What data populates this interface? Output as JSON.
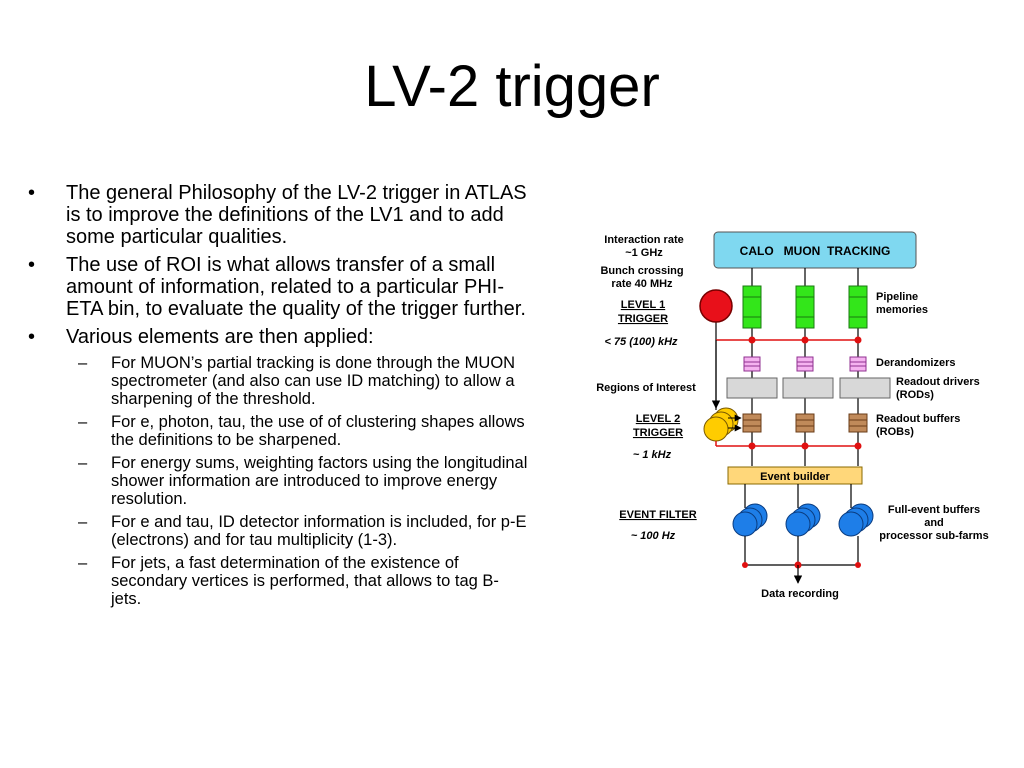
{
  "slide": {
    "title": "LV-2 trigger"
  },
  "bullets": [
    {
      "level": 1,
      "marker": "•",
      "text": "The general Philosophy of the LV-2 trigger in ATLAS is to improve the definitions of the LV1 and to add some particular qualities."
    },
    {
      "level": 1,
      "marker": "•",
      "text": "The use of ROI is what allows transfer of a small amount of information, related to a particular PHI-ETA bin, to evaluate the quality of the trigger further."
    },
    {
      "level": 1,
      "marker": "•",
      "text": "Various elements are then applied:"
    },
    {
      "level": 2,
      "marker": "–",
      "text": "For MUON’s partial tracking is done through the MUON spectrometer (and also can use ID matching) to allow a sharpening of the threshold."
    },
    {
      "level": 2,
      "marker": "–",
      "text": "For e, photon, tau, the use of of clustering shapes allows the definitions to be sharpened."
    },
    {
      "level": 2,
      "marker": "–",
      "text": "For energy sums, weighting factors using the longitudinal shower information are introduced to improve energy  resolution."
    },
    {
      "level": 2,
      "marker": "–",
      "text": "For e and tau, ID detector information is included, for p-E (electrons) and for tau multiplicity (1-3)."
    },
    {
      "level": 2,
      "marker": "–",
      "text": "For jets, a fast determination of the existence of secondary vertices is performed, that allows to tag B-jets."
    }
  ],
  "diagram": {
    "detectors_label": "CALO   MUON  TRACKING",
    "interaction_rate": [
      "Interaction rate",
      "~1 GHz"
    ],
    "bunch_crossing": [
      "Bunch crossing",
      "rate 40 MHz"
    ],
    "level1": [
      "LEVEL 1",
      "TRIGGER"
    ],
    "level1_rate": "< 75 (100) kHz",
    "regions_of_interest": "Regions of Interest",
    "level2": [
      "LEVEL 2",
      "TRIGGER"
    ],
    "level2_rate": "~ 1 kHz",
    "event_filter": "EVENT FILTER",
    "event_filter_rate": "~ 100 Hz",
    "pipeline": [
      "Pipeline",
      "memories"
    ],
    "derandomizers": "Derandomizers",
    "readout_drivers": [
      "Readout drivers",
      "(RODs)"
    ],
    "readout_buffers": [
      "Readout buffers",
      "(ROBs)"
    ],
    "event_builder": "Event builder",
    "full_event": [
      "Full-event buffers",
      "and",
      "processor sub-farms"
    ],
    "data_recording": "Data recording",
    "colors": {
      "detector_box": "#7fd8f0",
      "level1_circle": "#e8101a",
      "pipeline": "#33e61a",
      "derandomizer": "#f5b3f0",
      "rod": "#d8d8d8",
      "rob": "#c08a5a",
      "level2_circle": "#ffcc00",
      "event_builder": "#ffd77a",
      "event_filter_circle": "#1e7ee8",
      "arrow_red": "#e01010"
    }
  }
}
